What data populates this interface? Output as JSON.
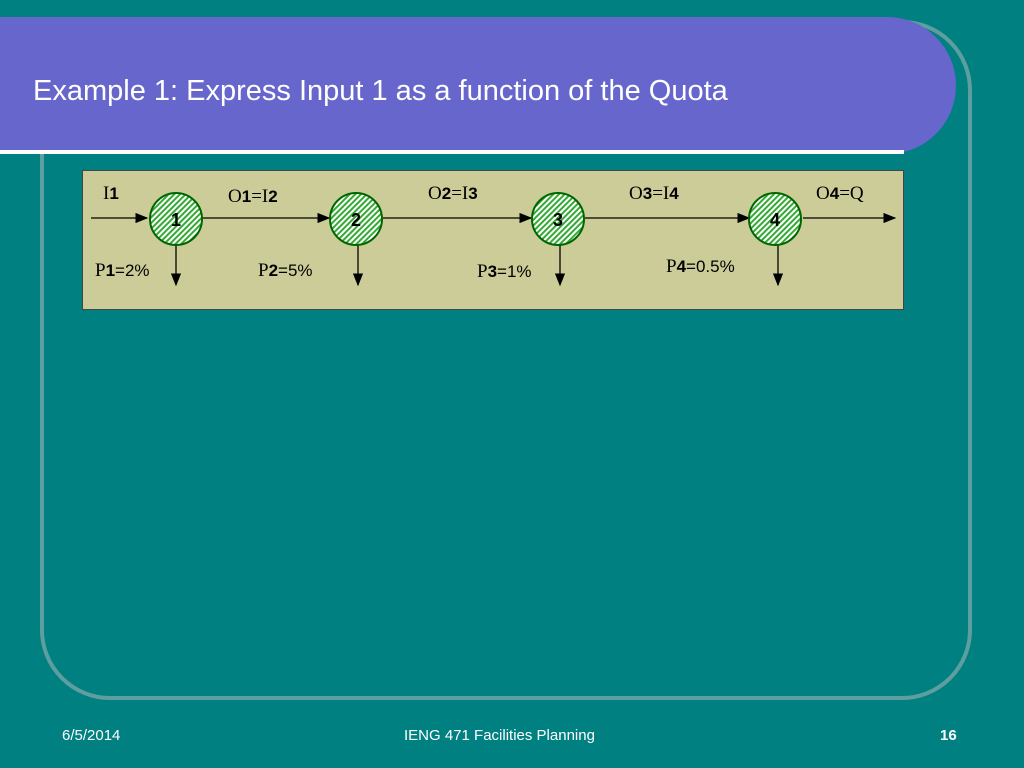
{
  "slide": {
    "title": "Example 1:  Express Input 1 as a function of the Quota"
  },
  "diagram": {
    "input": {
      "base": "I",
      "sub": "1"
    },
    "nodes": [
      "1",
      "2",
      "3",
      "4"
    ],
    "flows": [
      {
        "a": "O",
        "asub": "1",
        "b": "I",
        "bsub": "2"
      },
      {
        "a": "O",
        "asub": "2",
        "b": "I",
        "bsub": "3"
      },
      {
        "a": "O",
        "asub": "3",
        "b": "I",
        "bsub": "4"
      }
    ],
    "output": {
      "a": "O",
      "asub": "4",
      "b": "Q"
    },
    "losses": [
      {
        "base": "P",
        "sub": "1",
        "value": "=2%"
      },
      {
        "base": "P",
        "sub": "2",
        "value": "=5%"
      },
      {
        "base": "P",
        "sub": "3",
        "value": "=1%"
      },
      {
        "base": "P",
        "sub": "4",
        "value": "=0.5%"
      }
    ],
    "colors": {
      "node_fill": "#33aa33",
      "node_stroke": "#006600",
      "background": "#cccc99"
    }
  },
  "footer": {
    "date": "6/5/2014",
    "center": "IENG 471 Facilities Planning",
    "page": "16"
  }
}
